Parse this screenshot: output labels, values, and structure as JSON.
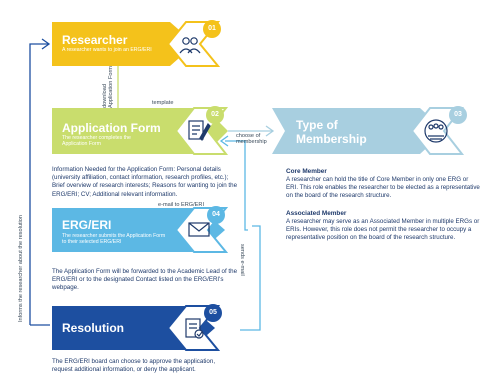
{
  "steps": [
    {
      "number": "01",
      "title": "Researcher",
      "subtitle": "A researcher wants to join an ERG/ERI",
      "icon": "people-icon",
      "color": "#f4c21b"
    },
    {
      "number": "02",
      "title": "Application Form",
      "subtitle": "The researcher completes the Application Form",
      "icon": "form-edit-icon",
      "color": "#c9dd6d"
    },
    {
      "number": "03",
      "title": "Type of Membership",
      "subtitle": "",
      "icon": "group-badge-icon",
      "color": "#a8cfe0"
    },
    {
      "number": "04",
      "title": "ERG/ERI",
      "subtitle": "The researcher submits the Application Form to their selected ERG/ERI",
      "icon": "envelope-icon",
      "color": "#5cb8e4"
    },
    {
      "number": "05",
      "title": "Resolution",
      "subtitle": "",
      "icon": "document-check-icon",
      "color": "#1d4fa0"
    }
  ],
  "descriptions": {
    "application_form": "Information Needed for the Application Form: Personal details (university affiliation, contact information, research profiles, etc.); Brief overview of research interests; Reasons for wanting to join the ERG/ERI; CV; Additional relevant information.",
    "erg_eri": "The Application Form will be forwarded to the Academic Lead of the ERG/ERI or to the designated Contact listed on the ERG/ERI's webpage.",
    "resolution": "The ERG/ERI board can choose to approve the application, request additional information, or deny the applicant."
  },
  "membership": {
    "core_title": "Core Member",
    "core_text": "A researcher can hold the title of Core Member in only one ERG or ERI. This role enables the researcher to be elected as a representative on the board of the research structure.",
    "assoc_title": "Associated Member",
    "assoc_text": "A researcher may serve as an Associated Member in multiple ERGs or ERIs. However, this role does not permit the researcher to occupy a representative position on the board of the research structure."
  },
  "connectors": {
    "download_label": "download Application Form",
    "template_label": "template",
    "choose_label": "choose of membership",
    "email_label": "e-mail to ERG/ERI",
    "sends_label": "sends e-mail",
    "inform_label": "Informs the researcher about the resolution"
  }
}
